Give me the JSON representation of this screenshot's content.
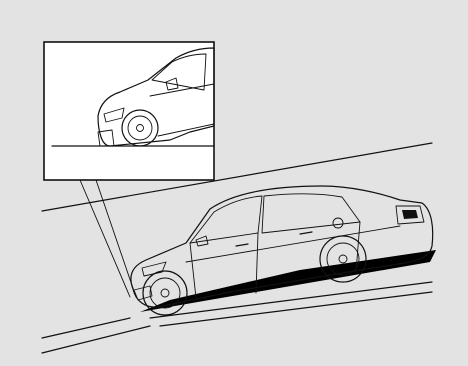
{
  "illustration": {
    "subject": "sedan",
    "scene": "car-driving-up-steep-ramp",
    "inset": "close-up-front-bumper-touching-road",
    "colors": {
      "background": "#e3e3e3",
      "line": "#111111",
      "car_fill": "#ffffff",
      "shadow": "#000000"
    }
  }
}
